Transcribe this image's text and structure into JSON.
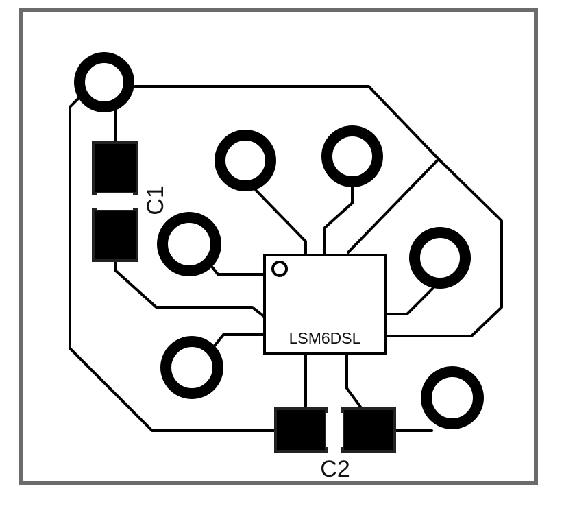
{
  "pcb": {
    "ic_label": "LSM6DSL",
    "c1_label": "C1",
    "c2_label": "C2"
  },
  "colors": {
    "outline": "#6b6b6b",
    "trace": "#000000",
    "pad": "#000000",
    "background": "#ffffff"
  }
}
